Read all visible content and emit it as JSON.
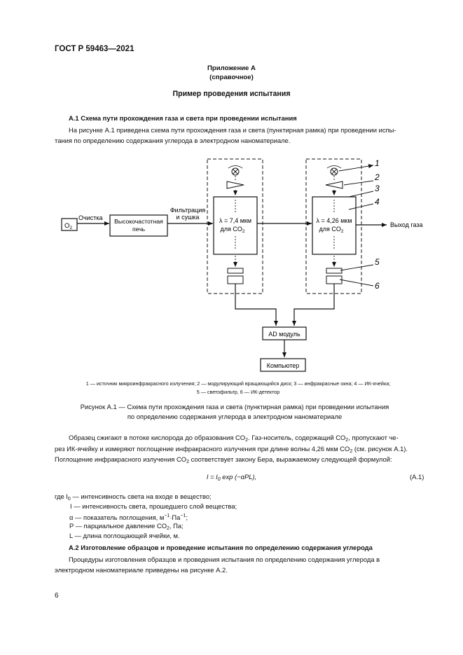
{
  "header": {
    "standard": "ГОСТ Р 59463—2021"
  },
  "appendix": {
    "name": "Приложение А",
    "type": "(справочное)"
  },
  "title": "Пример проведения испытания",
  "section_a1": {
    "heading": "А.1 Схема пути прохождения газа и света при проведении испытания",
    "para_line1": "На рисунке А.1 приведена схема пути прохождения газа и света (пунктирная рамка) при проведении испы-",
    "para_line2": "тания по определению содержания углерода в электродном наноматериале."
  },
  "diagram": {
    "o2": "O",
    "o2_sub": "2",
    "cleaning": "Очистка",
    "furnace_line1": "Высокочастотная",
    "furnace_line2": "печь",
    "filter_line1": "Фильтрация",
    "filter_line2": "и сушка",
    "cell1_line1": "λ = 7,4 мкм",
    "cell1_line2": "для CO",
    "cell1_sub": "2",
    "cell2_line1": "λ = 4,26 мкм",
    "cell2_line2": "для CO",
    "cell2_sub": "2",
    "gas_out": "Выход газа",
    "ad": "AD модуль",
    "computer": "Компьютер",
    "callout_1": "1",
    "callout_2": "2",
    "callout_3": "3",
    "callout_4": "4",
    "callout_5": "5",
    "callout_6": "6"
  },
  "figure_legend": {
    "line1": "1 — источник микроинфракрасного излучения; 2 — модулирующий вращающийся диск; 3 — инфракрасные окна; 4 — ИК-ячейка;",
    "line2": "5 — светофильтр, 6 — ИК-детектор"
  },
  "figure_caption": {
    "line1": "Рисунок А.1 — Схема пути прохождения газа и света (пунктирная рамка) при проведении испытания",
    "line2": "по определению содержания углерода в электродном наноматериале"
  },
  "body": {
    "p1_a": "Образец сжигают в потоке кислорода до образования CO",
    "p1_b": ". Газ-носитель, содержащий CO",
    "p1_c": ", пропускают че-",
    "p2_a": "рез ИК-ячейку и измеряют поглощение инфракрасного излучения при длине волны 4,26 мкм CO",
    "p2_b": " (см. рисунок А.1).",
    "p3_a": "Поглощение инфракрасного излучения CO",
    "p3_b": " соответствует закону Бера, выражаемому следующей формулой:",
    "sub2": "2"
  },
  "formula": {
    "lhs": "I = I",
    "sub0": "0",
    "rhs": " exp (−αPL),",
    "number": "(А.1)"
  },
  "where": {
    "w1_a": "где I",
    "w1_sub": "0",
    "w1_b": " — интенсивность света на входе в вещество;",
    "w2": "I — интенсивность света, прошедшего слой вещества;",
    "w3_a": "α — показатель поглощения, м",
    "w3_sup1": "−1",
    "w3_b": "·Па",
    "w3_sup2": "−1",
    "w3_c": ";",
    "w4_a": "P — парциальное давление CO",
    "w4_sub": "2",
    "w4_b": ", Па;",
    "w5": "L — длина поглощающей ячейки, м."
  },
  "section_a2": {
    "heading": "А.2 Изготовление образцов и проведение испытания по определению содержания углерода",
    "para_line1": "Процедуры изготовления образцов и проведения испытания по определению содержания углерода в",
    "para_line2": "электродном наноматериале приведены на рисунке А.2."
  },
  "page_number": "6"
}
